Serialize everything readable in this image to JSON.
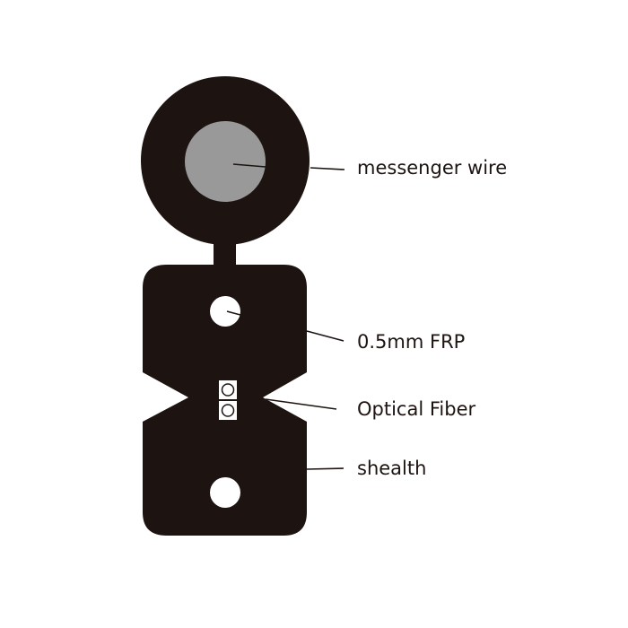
{
  "colors": {
    "sheath": "#1d1411",
    "messenger_core": "#999999",
    "background": "#ffffff"
  },
  "labels": {
    "messenger": "messenger wire",
    "frp": "0.5mm FRP",
    "fiber": "Optical Fiber",
    "sheath": "shealth"
  }
}
